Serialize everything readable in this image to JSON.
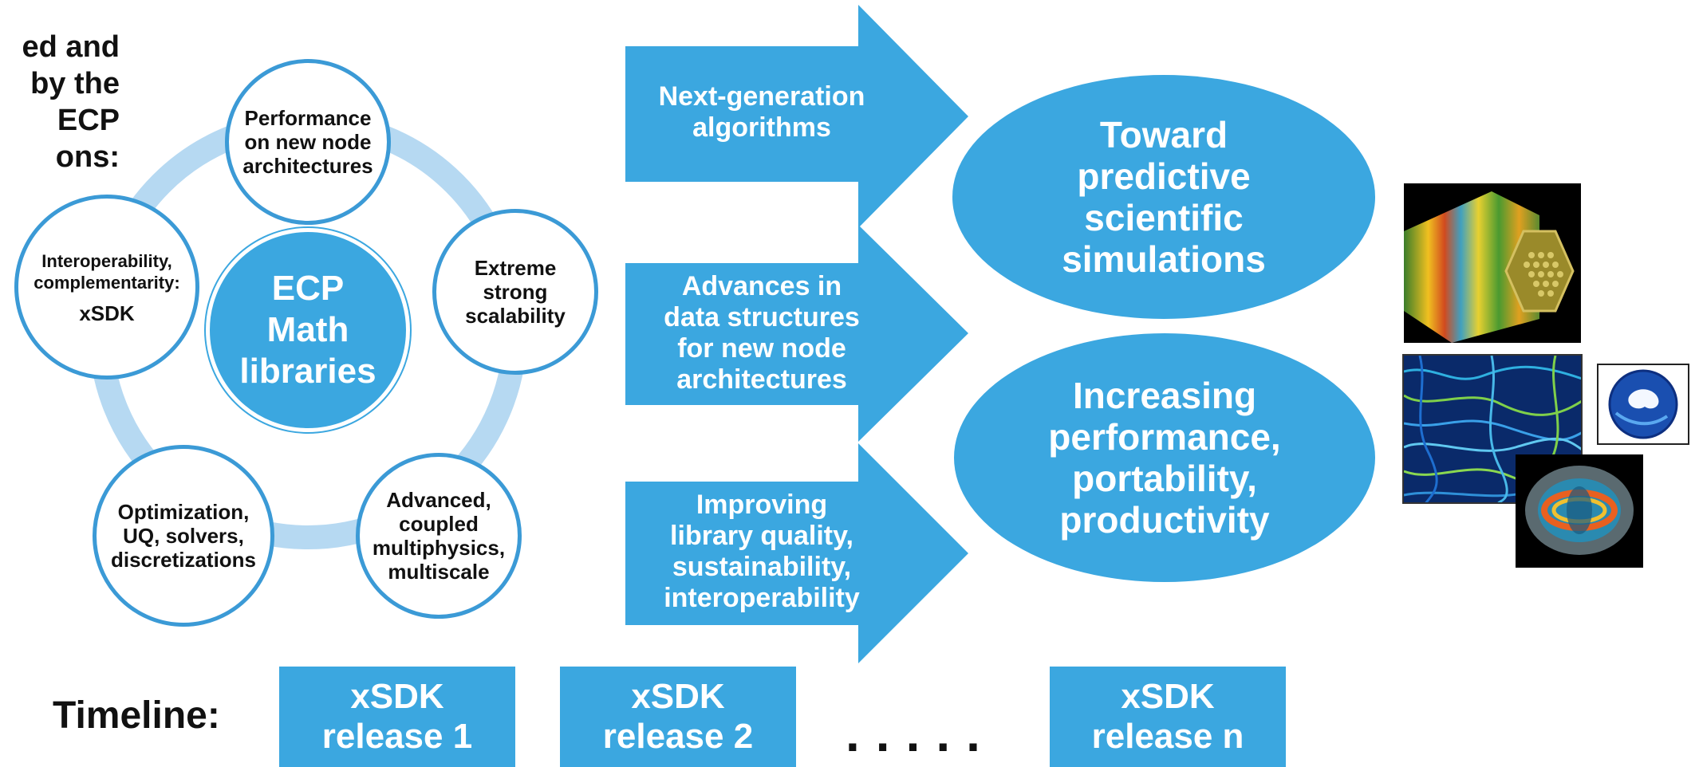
{
  "intro": {
    "lines": [
      "ed and",
      "by the",
      "ECP",
      "ons:"
    ]
  },
  "ecp_cycle": {
    "center_lines": [
      "ECP",
      "Math",
      "libraries"
    ],
    "nodes": [
      {
        "lines": [
          "Performance",
          "on new node",
          "architectures"
        ]
      },
      {
        "lines": [
          "Extreme",
          "strong",
          "scalability"
        ]
      },
      {
        "lines": [
          "Advanced,",
          "coupled",
          "multiphysics,",
          "multiscale"
        ]
      },
      {
        "lines": [
          "Optimization,",
          "UQ, solvers,",
          "discretizations"
        ]
      },
      {
        "lines": [
          "Interoperability,",
          "complementarity:",
          "xSDK"
        ]
      }
    ]
  },
  "arrows": [
    {
      "lines": [
        "Next-generation",
        "algorithms"
      ]
    },
    {
      "lines": [
        "Advances in",
        "data structures",
        "for new node",
        "architectures"
      ]
    },
    {
      "lines": [
        "Improving",
        "library quality,",
        "sustainability,",
        "interoperability"
      ]
    }
  ],
  "goals": [
    {
      "lines": [
        "Toward",
        "predictive",
        "scientific",
        "simulations"
      ]
    },
    {
      "lines": [
        "Increasing",
        "performance,",
        "portability,",
        "productivity"
      ]
    }
  ],
  "timeline": {
    "label": "Timeline:",
    "releases": [
      {
        "lines": [
          "xSDK",
          "release 1"
        ]
      },
      {
        "lines": [
          "xSDK",
          "release 2"
        ]
      },
      {
        "lines": [
          "xSDK",
          "release n"
        ]
      }
    ],
    "ellipsis": "....."
  },
  "images": [
    {
      "icon": "hexagonal-rod-bundle-simulation-image"
    },
    {
      "icon": "turbulence-flow-simulation-image"
    },
    {
      "icon": "globe-climate-simulation-image"
    },
    {
      "icon": "fusion-plasma-simulation-image"
    }
  ],
  "colors": {
    "accent": "#3ba7e0",
    "ring": "#b6d9f2",
    "border": "#3b9ad6"
  }
}
